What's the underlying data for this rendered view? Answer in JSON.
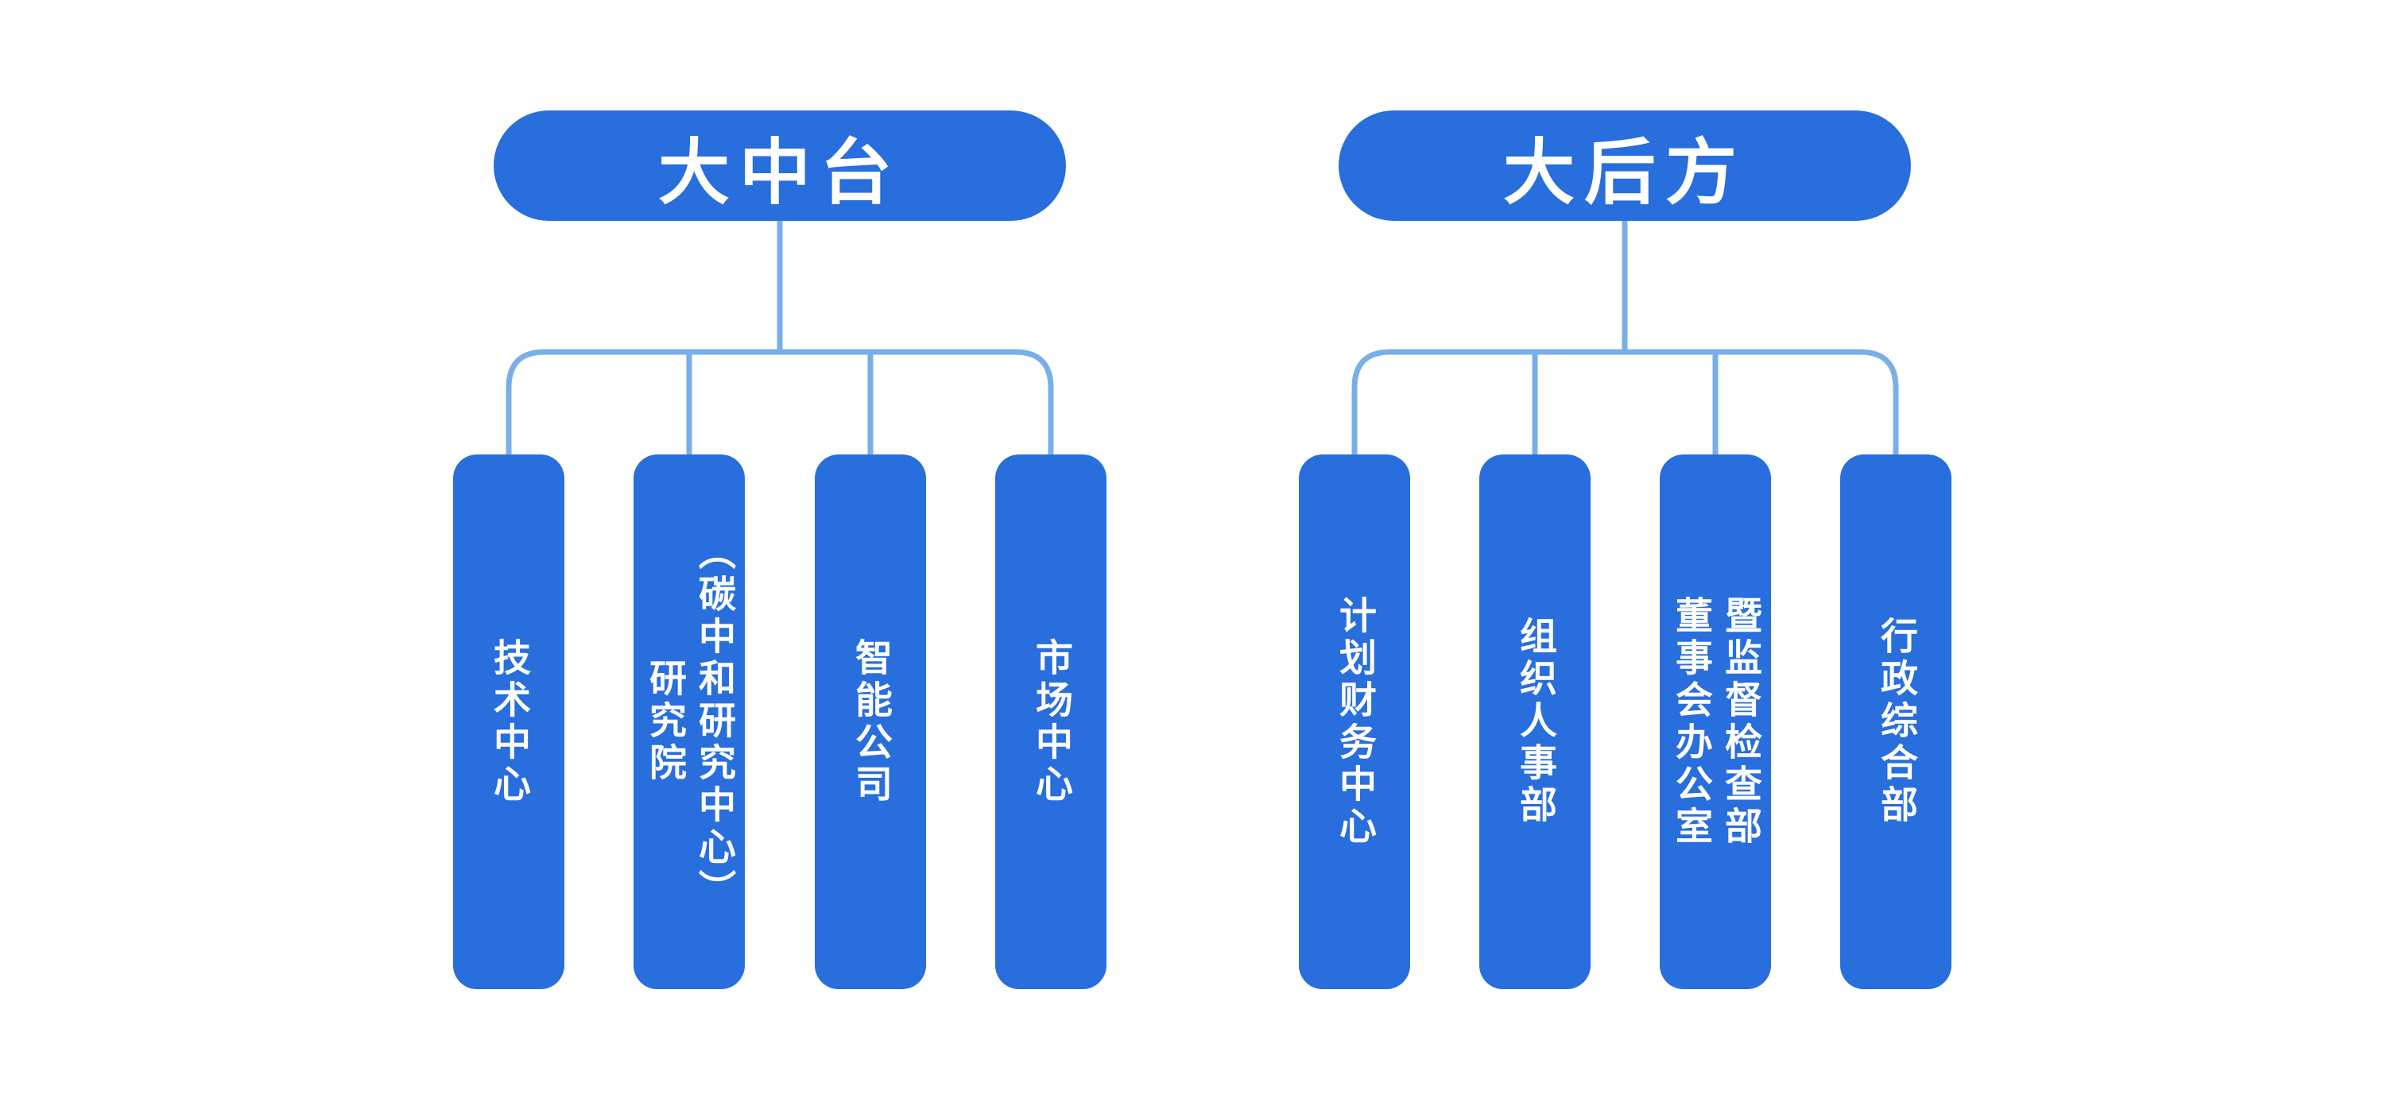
{
  "diagram": {
    "type": "org-chart",
    "orientation": "top-down",
    "groups": [
      {
        "parent": {
          "label": "大中台"
        },
        "children": [
          {
            "label": "技术中心"
          },
          {
            "label": "研究院\n（碳中和研究中心）"
          },
          {
            "label": "智能公司"
          },
          {
            "label": "市场中心"
          }
        ]
      },
      {
        "parent": {
          "label": "大后方"
        },
        "children": [
          {
            "label": "计划财务中心"
          },
          {
            "label": "组织人事部"
          },
          {
            "label": "董事会办公室\n暨监督检查部"
          },
          {
            "label": "行政综合部"
          }
        ]
      }
    ]
  },
  "colors": {
    "node_fill": "#286EDC",
    "node_text": "#FFFFFF",
    "connector": "#79AFE9",
    "background": "#FFFFFF"
  }
}
